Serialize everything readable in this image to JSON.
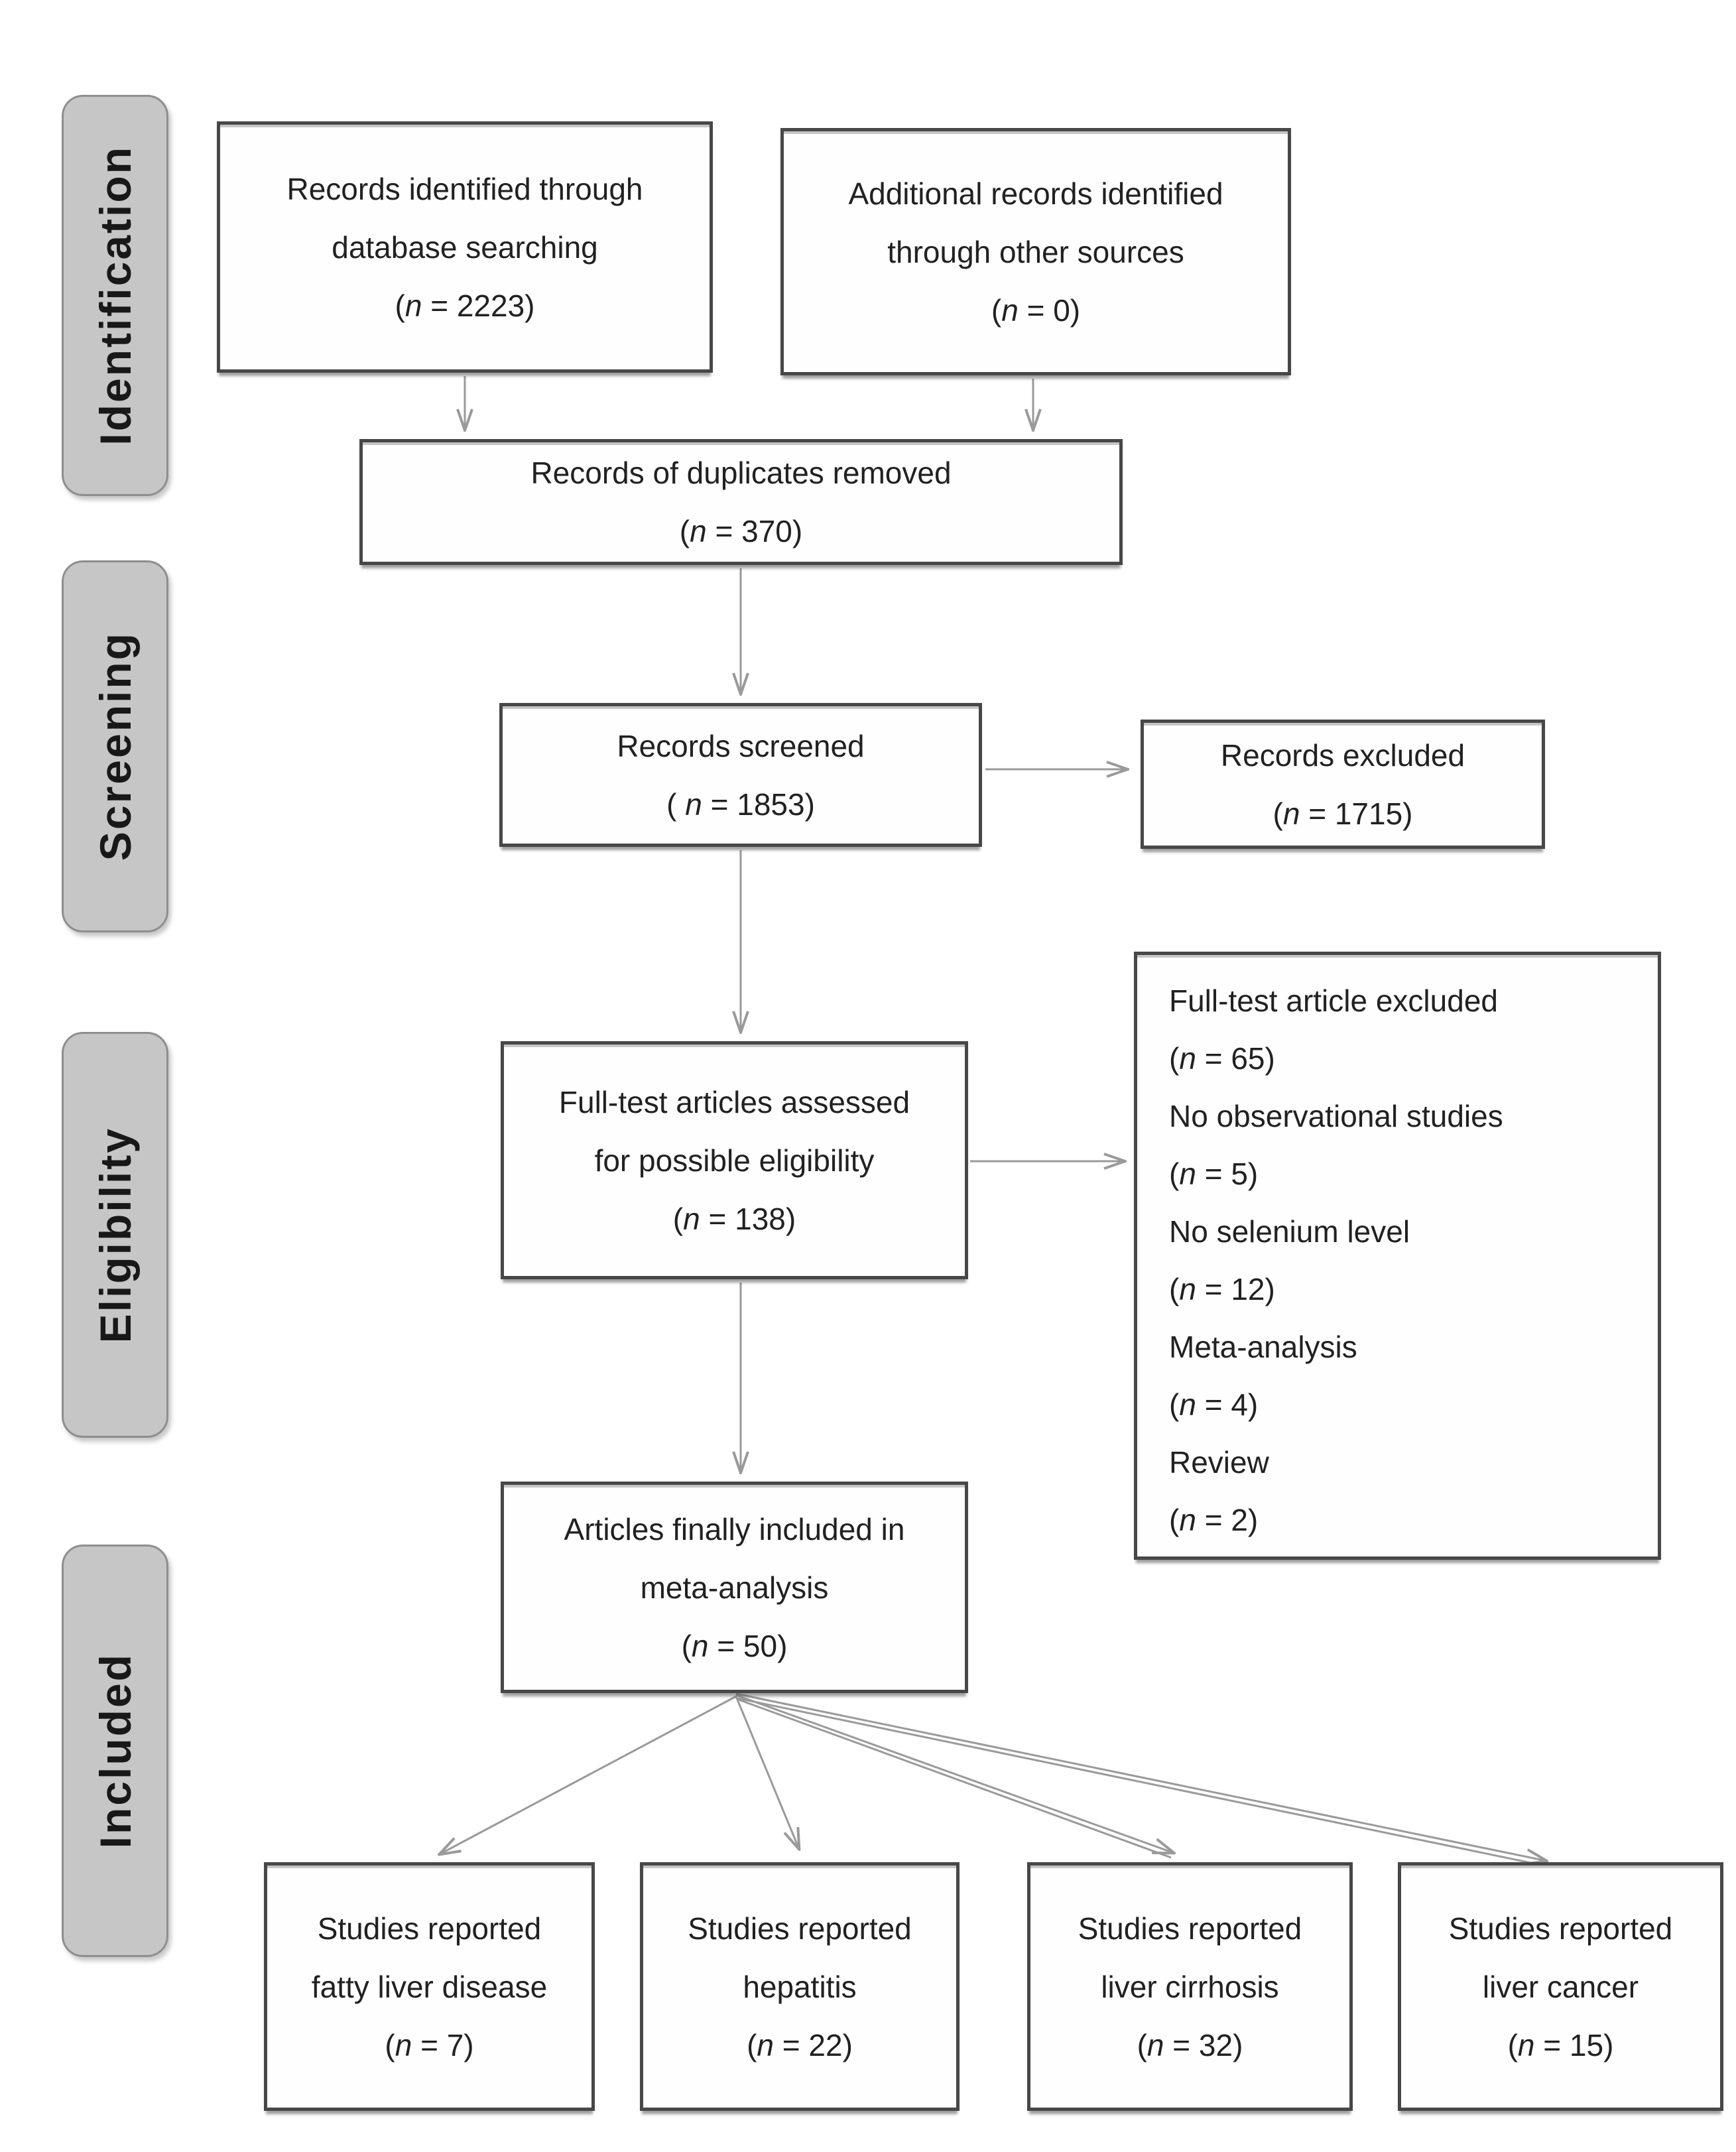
{
  "figure": {
    "type": "prisma-flow-diagram",
    "stages": [
      {
        "label": "Identification"
      },
      {
        "label": "Screening"
      },
      {
        "label": "Eligibility"
      },
      {
        "label": "Included"
      }
    ],
    "boxes": {
      "db_search": {
        "lines": [
          "Records identified through",
          "database searching"
        ],
        "count": "(n = 2223)"
      },
      "other_sources": {
        "lines": [
          "Additional records identified",
          "through other sources"
        ],
        "count": "(n = 0)"
      },
      "duplicates_removed": {
        "lines": [
          "Records of duplicates removed"
        ],
        "count": "(n = 370)"
      },
      "records_screened": {
        "lines": [
          "Records screened"
        ],
        "count": "( n = 1853)"
      },
      "records_excluded": {
        "lines": [
          "Records excluded"
        ],
        "count": "(n = 1715)"
      },
      "fulltext_assessed": {
        "lines": [
          "Full-test articles assessed",
          "for possible eligibility"
        ],
        "count": "(n = 138)"
      },
      "fulltext_excluded": {
        "items": [
          {
            "label": "Full-test article excluded",
            "count": "(n = 65)"
          },
          {
            "label": "No observational studies",
            "count": "(n = 5)"
          },
          {
            "label": "No selenium level",
            "count": "(n = 12)"
          },
          {
            "label": "Meta-analysis",
            "count": "(n = 4)"
          },
          {
            "label": "Review",
            "count": "(n = 2)"
          }
        ]
      },
      "finally_included": {
        "lines": [
          "Articles finally included in",
          "meta-analysis"
        ],
        "count": "(n = 50)"
      },
      "fatty_liver": {
        "lines": [
          "Studies reported",
          "fatty liver disease"
        ],
        "count": "(n = 7)"
      },
      "hepatitis": {
        "lines": [
          "Studies reported",
          "hepatitis"
        ],
        "count": "(n = 22)"
      },
      "liver_cirrhosis": {
        "lines": [
          "Studies reported",
          "liver cirrhosis"
        ],
        "count": "(n = 32)"
      },
      "liver_cancer": {
        "lines": [
          "Studies reported",
          "liver cancer"
        ],
        "count": "(n = 15)"
      }
    },
    "colors": {
      "background": "#ffffff",
      "stage_fill": "#c6c6c6",
      "stage_border": "#8e8e8e",
      "box_fill": "#fefefe",
      "box_border": "#474747",
      "arrow": "#9a9a9a",
      "text": "#212121"
    }
  }
}
